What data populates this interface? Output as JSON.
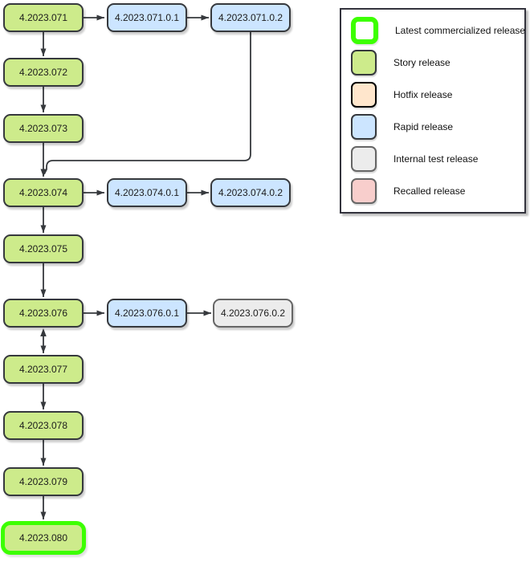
{
  "diagram": {
    "arrow_color": "#36393d",
    "nodes": [
      {
        "label": "4.2023.071",
        "type": "story_release",
        "fill": "#cdeb8b",
        "border": "#36393d"
      },
      {
        "label": "4.2023.071.0.1",
        "type": "rapid_release",
        "fill": "#cce5ff",
        "border": "#36393d"
      },
      {
        "label": "4.2023.071.0.2",
        "type": "rapid_release",
        "fill": "#cce5ff",
        "border": "#36393d"
      },
      {
        "label": "4.2023.072",
        "type": "story_release",
        "fill": "#cdeb8b",
        "border": "#36393d"
      },
      {
        "label": "4.2023.073",
        "type": "story_release",
        "fill": "#cdeb8b",
        "border": "#36393d"
      },
      {
        "label": "4.2023.074",
        "type": "story_release",
        "fill": "#cdeb8b",
        "border": "#36393d"
      },
      {
        "label": "4.2023.074.0.1",
        "type": "rapid_release",
        "fill": "#cce5ff",
        "border": "#36393d"
      },
      {
        "label": "4.2023.074.0.2",
        "type": "rapid_release",
        "fill": "#cce5ff",
        "border": "#36393d"
      },
      {
        "label": "4.2023.075",
        "type": "story_release",
        "fill": "#cdeb8b",
        "border": "#36393d"
      },
      {
        "label": "4.2023.076",
        "type": "story_release",
        "fill": "#cdeb8b",
        "border": "#36393d"
      },
      {
        "label": "4.2023.076.0.1",
        "type": "rapid_release",
        "fill": "#cce5ff",
        "border": "#36393d"
      },
      {
        "label": "4.2023.076.0.2",
        "type": "internal_test_release",
        "fill": "#ececec",
        "border": "#666666"
      },
      {
        "label": "4.2023.077",
        "type": "story_release",
        "fill": "#cdeb8b",
        "border": "#36393d"
      },
      {
        "label": "4.2023.078",
        "type": "story_release",
        "fill": "#cdeb8b",
        "border": "#36393d"
      },
      {
        "label": "4.2023.079",
        "type": "story_release",
        "fill": "#cdeb8b",
        "border": "#36393d"
      },
      {
        "label": "4.2023.080",
        "type": "latest_commercialized_release",
        "fill": "#cdeb8b",
        "border": "#3cff00"
      }
    ],
    "edges": [
      {
        "from": "4.2023.071",
        "to": "4.2023.071.0.1"
      },
      {
        "from": "4.2023.071.0.1",
        "to": "4.2023.071.0.2"
      },
      {
        "from": "4.2023.071",
        "to": "4.2023.072"
      },
      {
        "from": "4.2023.072",
        "to": "4.2023.073"
      },
      {
        "from": "4.2023.073",
        "to": "4.2023.074"
      },
      {
        "from": "4.2023.071.0.2",
        "to": "4.2023.074"
      },
      {
        "from": "4.2023.074",
        "to": "4.2023.074.0.1"
      },
      {
        "from": "4.2023.074.0.1",
        "to": "4.2023.074.0.2"
      },
      {
        "from": "4.2023.074",
        "to": "4.2023.075"
      },
      {
        "from": "4.2023.075",
        "to": "4.2023.076"
      },
      {
        "from": "4.2023.076",
        "to": "4.2023.076.0.1"
      },
      {
        "from": "4.2023.076.0.1",
        "to": "4.2023.076.0.2"
      },
      {
        "from": "4.2023.076",
        "to": "4.2023.077",
        "bidirectional": true
      },
      {
        "from": "4.2023.077",
        "to": "4.2023.078"
      },
      {
        "from": "4.2023.078",
        "to": "4.2023.079"
      },
      {
        "from": "4.2023.079",
        "to": "4.2023.080"
      }
    ]
  },
  "legend": {
    "items": [
      {
        "label": "Latest commercialized release",
        "fill": "#ffffff",
        "border": "#3cff00"
      },
      {
        "label": "Story release",
        "fill": "#cdeb8b",
        "border": "#36393d"
      },
      {
        "label": "Hotfix release",
        "fill": "#ffe6cc",
        "border": "#000000"
      },
      {
        "label": "Rapid release",
        "fill": "#cce5ff",
        "border": "#36393d"
      },
      {
        "label": "Internal test release",
        "fill": "#ececec",
        "border": "#666666"
      },
      {
        "label": "Recalled release",
        "fill": "#f8cecc",
        "border": "#666666"
      }
    ]
  }
}
